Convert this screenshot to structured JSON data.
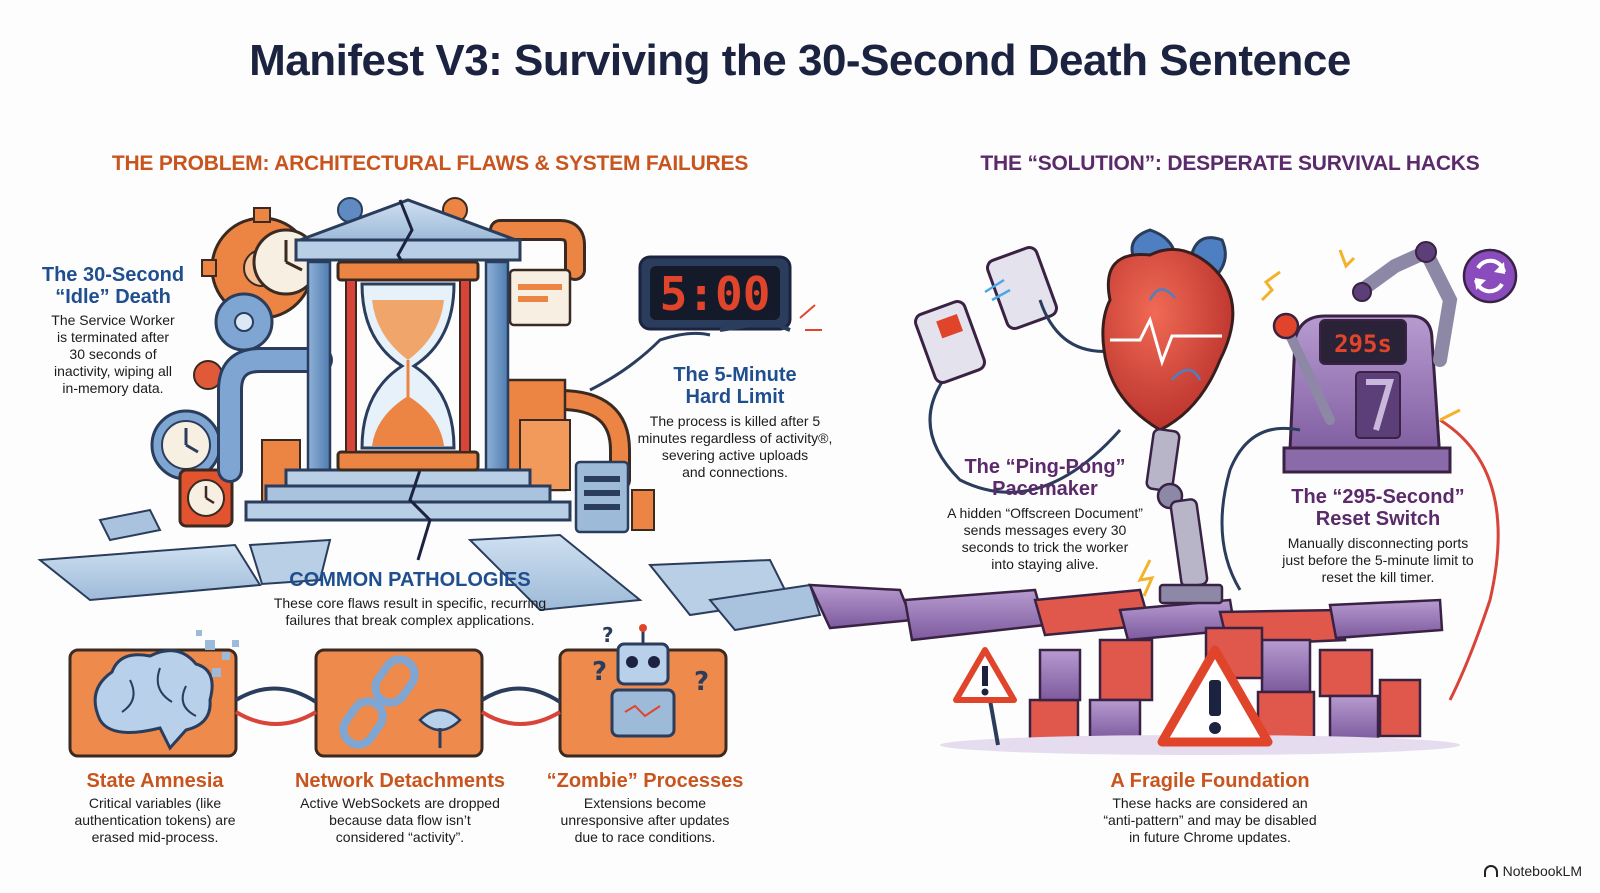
{
  "title": "Manifest V3: Surviving the 30-Second Death Sentence",
  "sections": {
    "problem": "THE PROBLEM: ARCHITECTURAL FLAWS & SYSTEM FAILURES",
    "solution": "THE “SOLUTION”: DESPERATE SURVIVAL HACKS"
  },
  "timer_display": "5:00",
  "reset_display": "295s",
  "callouts": {
    "idle_death": {
      "heading_line1": "The 30-Second",
      "heading_line2": "“Idle” Death",
      "desc": [
        "The Service Worker",
        "is terminated after",
        "30 seconds of",
        "inactivity, wiping all",
        "in-memory data."
      ]
    },
    "hard_limit": {
      "heading_line1": "The 5-Minute",
      "heading_line2": "Hard Limit",
      "desc": [
        "The process is killed after 5",
        "minutes regardless of activity®,",
        "severing active uploads",
        "and connections."
      ]
    },
    "pathologies": {
      "heading": "COMMON PATHOLOGIES",
      "desc": [
        "These core flaws result in specific, recurring",
        "failures that break complex applications."
      ]
    },
    "ping_pong": {
      "heading_line1": "The “Ping-Pong”",
      "heading_line2": "Pacemaker",
      "desc": [
        "A hidden “Offscreen Document”",
        "sends messages every 30",
        "seconds to trick the worker",
        "into staying alive."
      ]
    },
    "reset_switch": {
      "heading_line1": "The “295-Second”",
      "heading_line2": "Reset Switch",
      "desc": [
        "Manually disconnecting ports",
        "just before the 5-minute limit to",
        "reset the kill timer."
      ]
    },
    "state_amnesia": {
      "heading": "State Amnesia",
      "desc": [
        "Critical variables (like",
        "authentication tokens) are",
        "erased mid-process."
      ]
    },
    "network_detachments": {
      "heading": "Network Detachments",
      "desc": [
        "Active WebSockets are dropped",
        "because data flow isn’t",
        "considered “activity”."
      ]
    },
    "zombie": {
      "heading": "“Zombie” Processes",
      "desc": [
        "Extensions become",
        "unresponsive after updates",
        "due to race conditions."
      ]
    },
    "fragile": {
      "heading": "A Fragile Foundation",
      "desc": [
        "These hacks are considered an",
        "“anti-pattern” and may be disabled",
        "in future Chrome updates."
      ]
    }
  },
  "brand": "NotebookLM",
  "colors": {
    "navy": "#1c2340",
    "orange": "#c8551e",
    "purple": "#5b2a6b",
    "blue": "#1f4f8e",
    "panel_orange": "#ee8a4c",
    "heart_red": "#d9443a",
    "timer_red": "#e0452b"
  },
  "icons": [
    "gear-icon",
    "clock-icon",
    "hourglass-icon",
    "temple-icon",
    "digital-timer-icon",
    "brain-icon",
    "broken-link-icon",
    "satellite-dish-icon",
    "robot-icon",
    "heart-icon",
    "robotic-arm-icon",
    "refresh-icon",
    "lever-switch-icon",
    "warning-sign-icon",
    "broken-bridge-icon"
  ]
}
